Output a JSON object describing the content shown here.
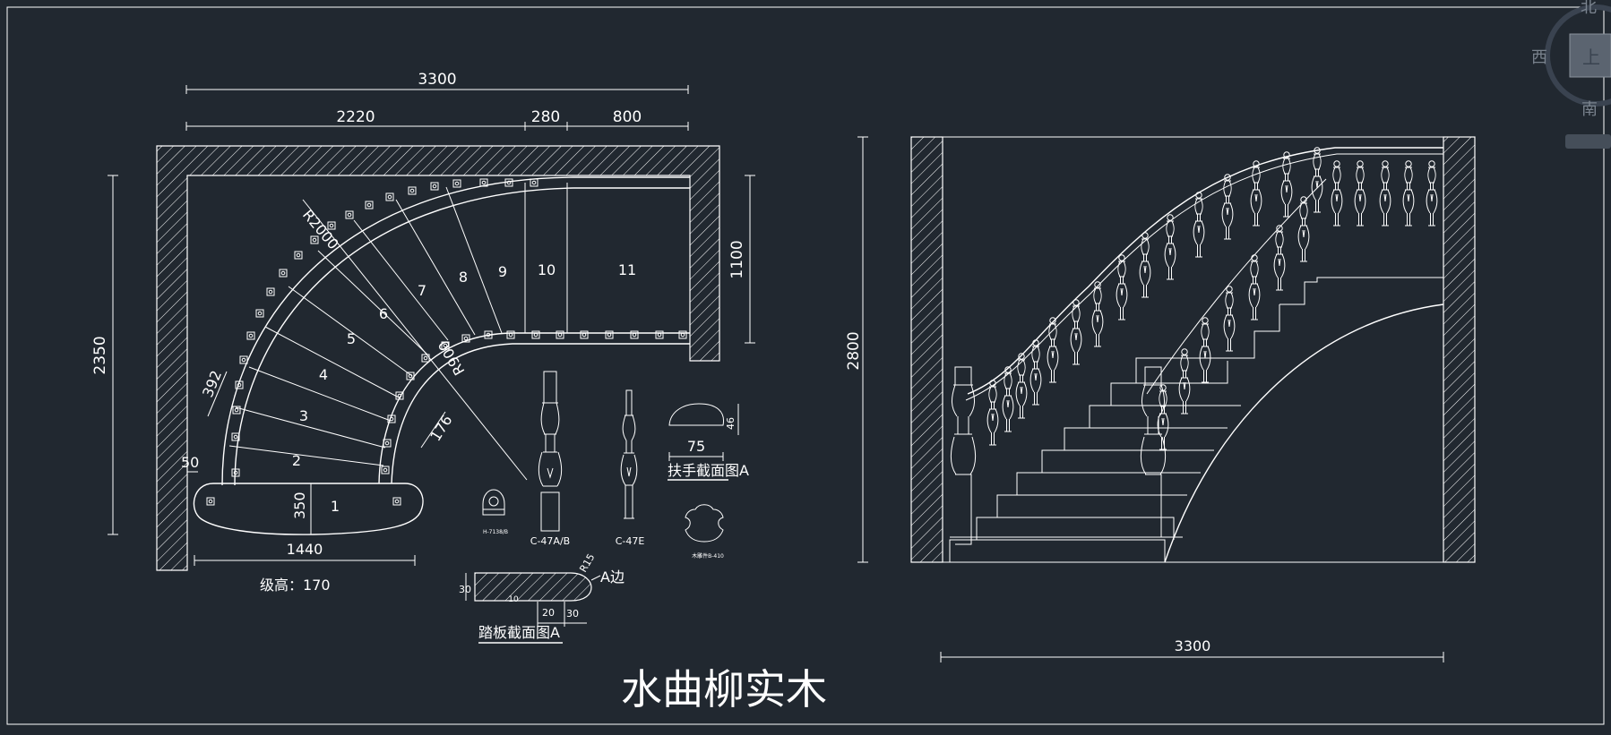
{
  "plan": {
    "dims": {
      "total_width": "3300",
      "seg_a": "2220",
      "seg_b": "280",
      "seg_c": "800",
      "right_height": "1100",
      "left_height": "2350",
      "bottom_width": "1440"
    },
    "radii": {
      "outer": "R2000",
      "inner": "R900"
    },
    "tread_dims": {
      "tread_outer": "392",
      "tread_inner": "176",
      "tread_first": "350",
      "side_offset": "50"
    },
    "step_numbers": [
      "1",
      "2",
      "3",
      "4",
      "5",
      "6",
      "7",
      "8",
      "9",
      "10",
      "11"
    ],
    "riser_note": "级高：170"
  },
  "details": {
    "newel_label": "C-47A/B",
    "baluster_label": "C-47E",
    "small_cap_label": "H-7138/B",
    "handrail_section": {
      "caption": "扶手截面图A",
      "width": "75",
      "height": "46"
    },
    "tread_section": {
      "caption": "踏板截面图A",
      "radius": "R15",
      "edge_note": "A边",
      "thickness": "30",
      "dim_1": "20",
      "dim_2": "30",
      "small_dim": "10"
    },
    "medallion_label": "木雕件B-410"
  },
  "elevation": {
    "height": "2800",
    "width": "3300"
  },
  "title": "水曲柳实木",
  "compass": {
    "north": "北",
    "west": "西",
    "south": "南",
    "center": "上"
  },
  "colors": {
    "background": "#212830",
    "lines": "#ffffff"
  }
}
